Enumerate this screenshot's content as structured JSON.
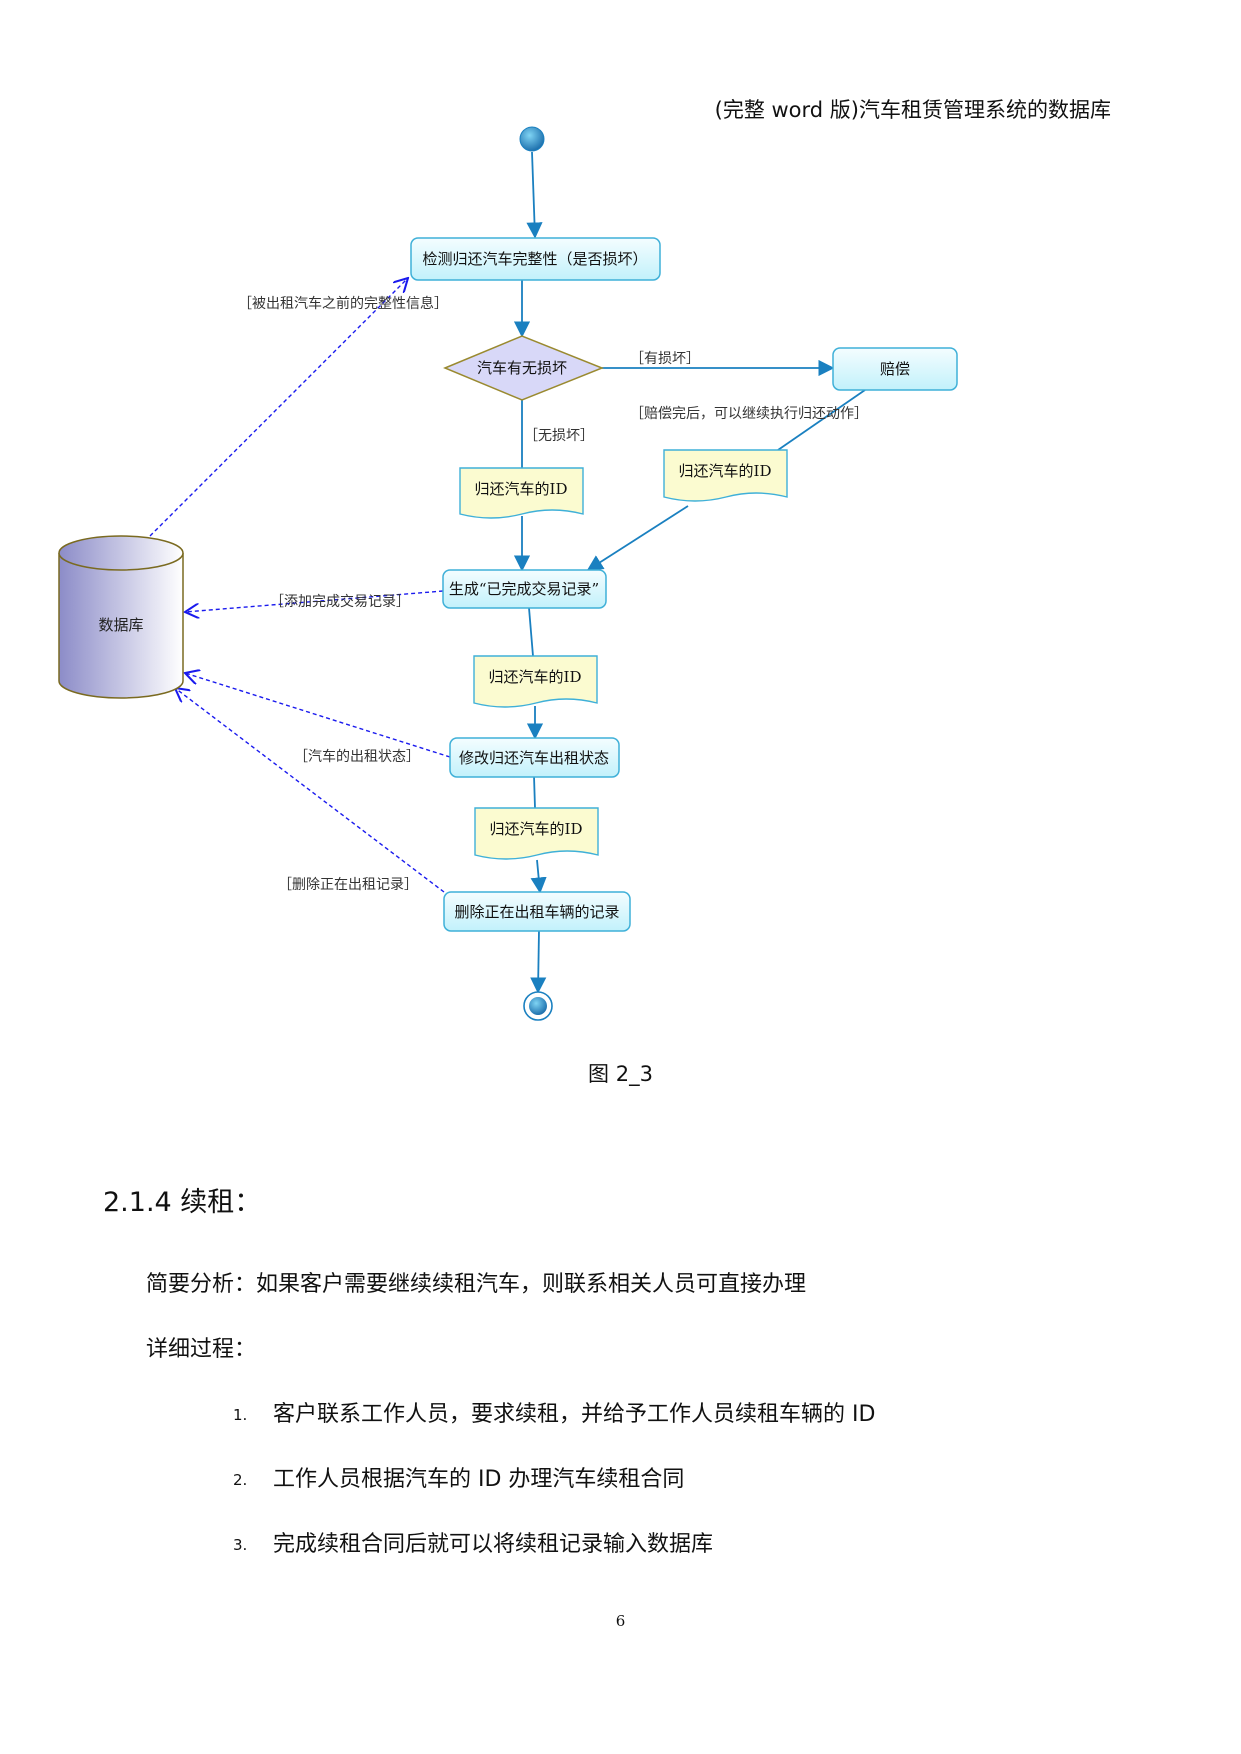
{
  "header": {
    "title": "(完整 word 版)汽车租赁管理系统的数据库"
  },
  "diagram": {
    "database_label": "数据库",
    "actions": {
      "check": "检测归还汽车完整性（是否损坏）",
      "compensate": "赔偿",
      "generate": "生成“已完成交易记录”",
      "modify": "修改归还汽车出租状态",
      "delete": "删除正在出租车辆的记录"
    },
    "decision": "汽车有无损坏",
    "notes": {
      "return_id_1": "归还汽车的ID",
      "return_id_2": "归还汽车的ID",
      "return_id_3": "归还汽车的ID",
      "return_id_4": "归还汽车的ID"
    },
    "guards": {
      "integrity_info": "［被出租汽车之前的完整性信息］",
      "damaged": "［有损坏］",
      "after_compensation": "［赔偿完后，可以继续执行归还动作］",
      "not_damaged": "［无损坏］",
      "add_record": "［添加完成交易记录］",
      "rent_status": "［汽车的出租状态］",
      "delete_record": "［删除正在出租记录］"
    }
  },
  "caption": "图 2_3",
  "section": {
    "title": "2.1.4 续租：",
    "summary": "简要分析：如果客户需要继续续租汽车，则联系相关人员可直接办理",
    "detail_label": "详细过程：",
    "steps": [
      {
        "num": "1.",
        "text": "客户联系工作人员，要求续租，并给予工作人员续租车辆的 ID"
      },
      {
        "num": "2.",
        "text": "工作人员根据汽车的 ID 办理汽车续租合同"
      },
      {
        "num": "3.",
        "text": "完成续租合同后就可以将续租记录输入数据库"
      }
    ]
  },
  "page_number": "6",
  "colors": {
    "flow": "#1a80c0",
    "dashed": "#1a1aee",
    "action_border": "#3fb0d8",
    "action_fill": "#d8f8ff",
    "note_fill": "#fbfbd0",
    "decision_fill": "#d8d8f8",
    "decision_border": "#9a8a30"
  }
}
